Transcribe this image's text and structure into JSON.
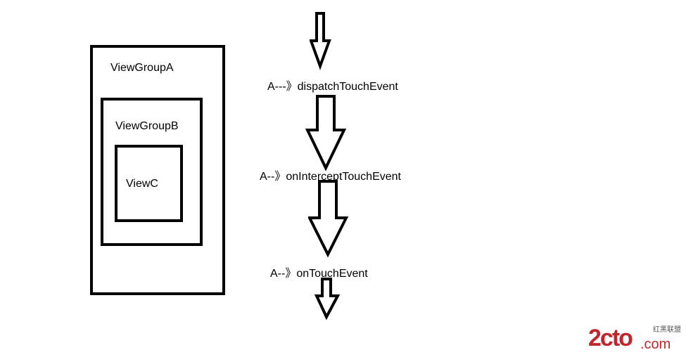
{
  "boxes": {
    "outer": "ViewGroupA",
    "middle": "ViewGroupB",
    "inner": "ViewC"
  },
  "flow": {
    "step1": "A---》dispatchTouchEvent",
    "step2": "A--》onInterceptTouchEvent",
    "step3": "A--》onTouchEvent"
  },
  "watermark": {
    "logo_text": "2cto",
    "domain": ".com",
    "tag": "红黑联盟",
    "color": "#c0272d"
  }
}
